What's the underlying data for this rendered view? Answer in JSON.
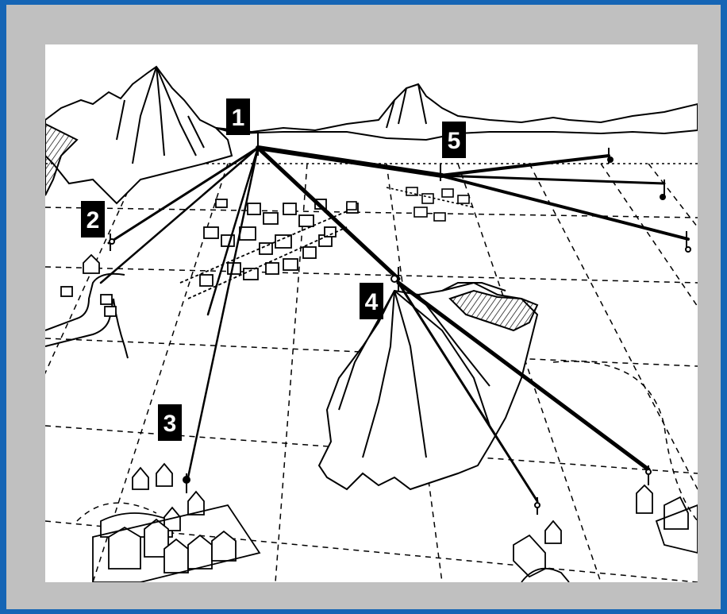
{
  "colors": {
    "background": "#1565b5",
    "frame": "#c0c0c0",
    "panel": "#ffffff",
    "ink": "#000000"
  },
  "markers": [
    {
      "id": "1",
      "label": "1"
    },
    {
      "id": "2",
      "label": "2"
    },
    {
      "id": "3",
      "label": "3"
    },
    {
      "id": "4",
      "label": "4"
    },
    {
      "id": "5",
      "label": "5"
    }
  ]
}
